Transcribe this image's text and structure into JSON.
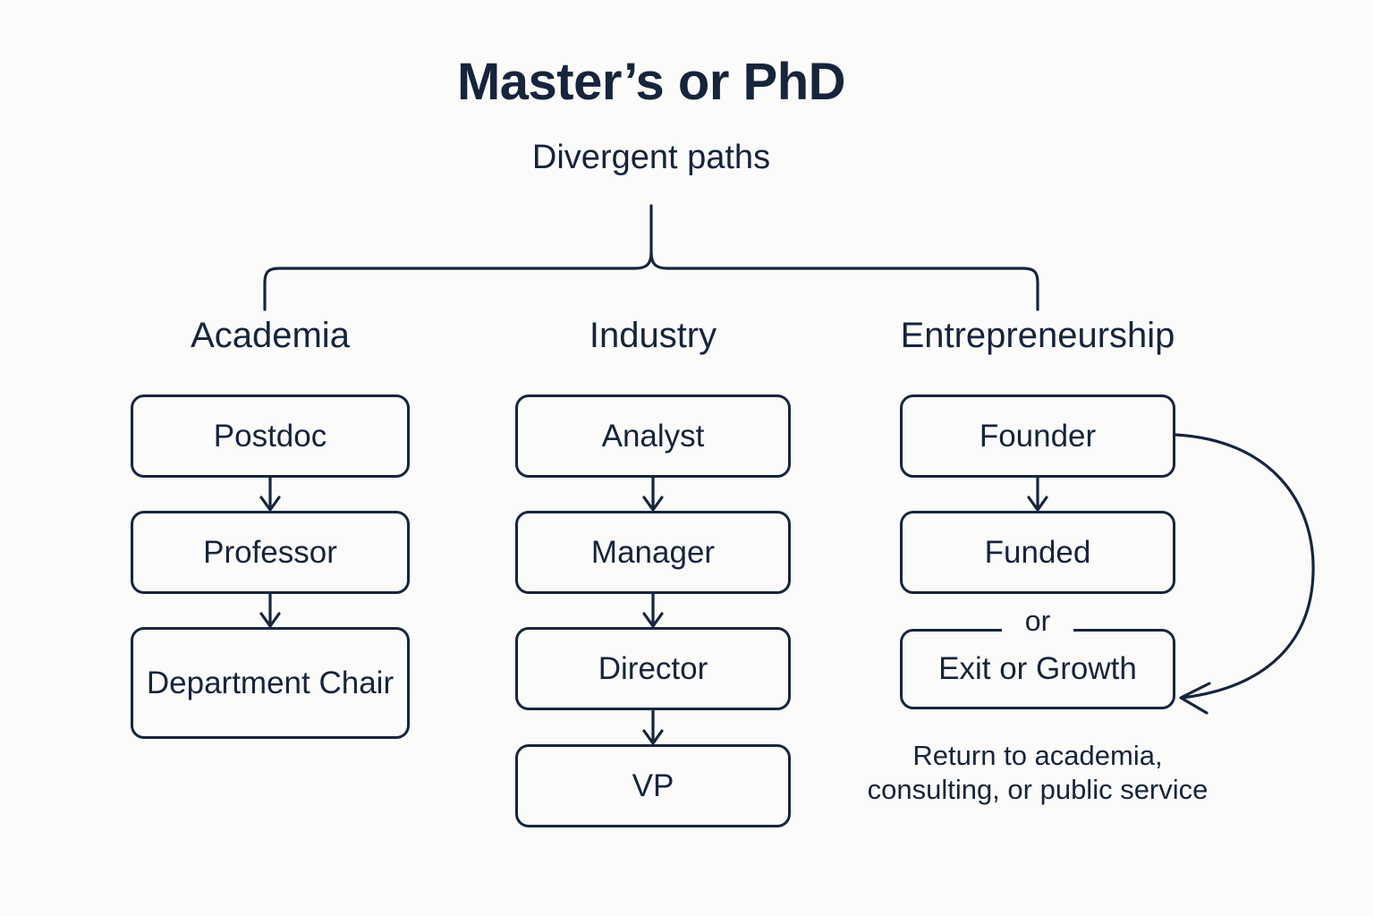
{
  "page": {
    "title": "Master’s or PhD",
    "subtitle": "Divergent paths",
    "background_color": "#fbfbfa",
    "ink_color": "#16243c"
  },
  "diagram": {
    "type": "flowchart",
    "root": "Master’s or PhD",
    "branch_connector": "brace",
    "columns": [
      {
        "id": "academia",
        "header": "Academia",
        "nodes": [
          {
            "id": "postdoc",
            "label": "Postdoc"
          },
          {
            "id": "professor",
            "label": "Professor"
          },
          {
            "id": "department-chair",
            "label": "Department Chair"
          }
        ],
        "edges": [
          {
            "from": "postdoc",
            "to": "professor",
            "kind": "arrow-down"
          },
          {
            "from": "professor",
            "to": "department-chair",
            "kind": "arrow-down"
          }
        ]
      },
      {
        "id": "industry",
        "header": "Industry",
        "nodes": [
          {
            "id": "analyst",
            "label": "Analyst"
          },
          {
            "id": "manager",
            "label": "Manager"
          },
          {
            "id": "director",
            "label": "Director"
          },
          {
            "id": "vp",
            "label": "VP"
          }
        ],
        "edges": [
          {
            "from": "analyst",
            "to": "manager",
            "kind": "arrow-down"
          },
          {
            "from": "manager",
            "to": "director",
            "kind": "arrow-down"
          },
          {
            "from": "director",
            "to": "vp",
            "kind": "arrow-down"
          }
        ]
      },
      {
        "id": "entrepreneurship",
        "header": "Entrepreneurship",
        "nodes": [
          {
            "id": "founder",
            "label": "Founder"
          },
          {
            "id": "funded",
            "label": "Funded"
          },
          {
            "id": "exit-or-growth",
            "label": "Exit or Growth"
          }
        ],
        "edges": [
          {
            "from": "founder",
            "to": "funded",
            "kind": "arrow-down"
          },
          {
            "from": "funded",
            "to": "exit-or-growth",
            "kind": "labeled-line",
            "label": "or"
          },
          {
            "from": "founder",
            "to": "exit-or-growth",
            "kind": "curved-arrow-right"
          }
        ],
        "or_label": "or",
        "footnote": "Return to academia, consulting, or public service"
      }
    ]
  }
}
